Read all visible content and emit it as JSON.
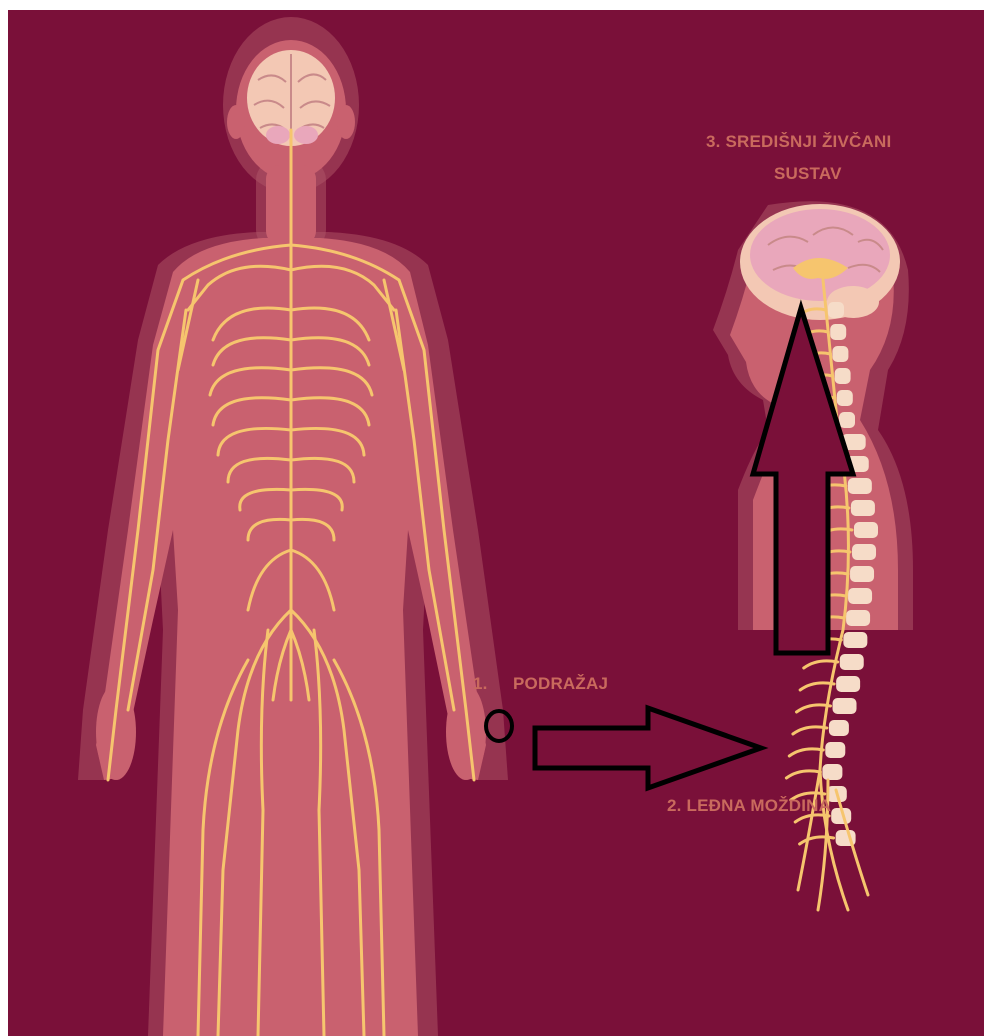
{
  "colors": {
    "background": "#7a1039",
    "body": "#c9616f",
    "body_glow": "#d98a8a",
    "nerve": "#f6c56e",
    "brain": "#f3c8b4",
    "brain_pink": "#e9a7bb",
    "vertebra": "#f6dcc8",
    "arrow_fill": "#7a1039",
    "arrow_stroke": "#000000",
    "label": "#c96a5d"
  },
  "labels": {
    "cns_line1": "3. SREDIŠNJI ŽIVČANI",
    "cns_line2": "SUSTAV",
    "stimulus_number": "1.",
    "stimulus": "PODRAŽAJ",
    "spinal_cord": "2. LEĐNA MOŽDINA"
  }
}
